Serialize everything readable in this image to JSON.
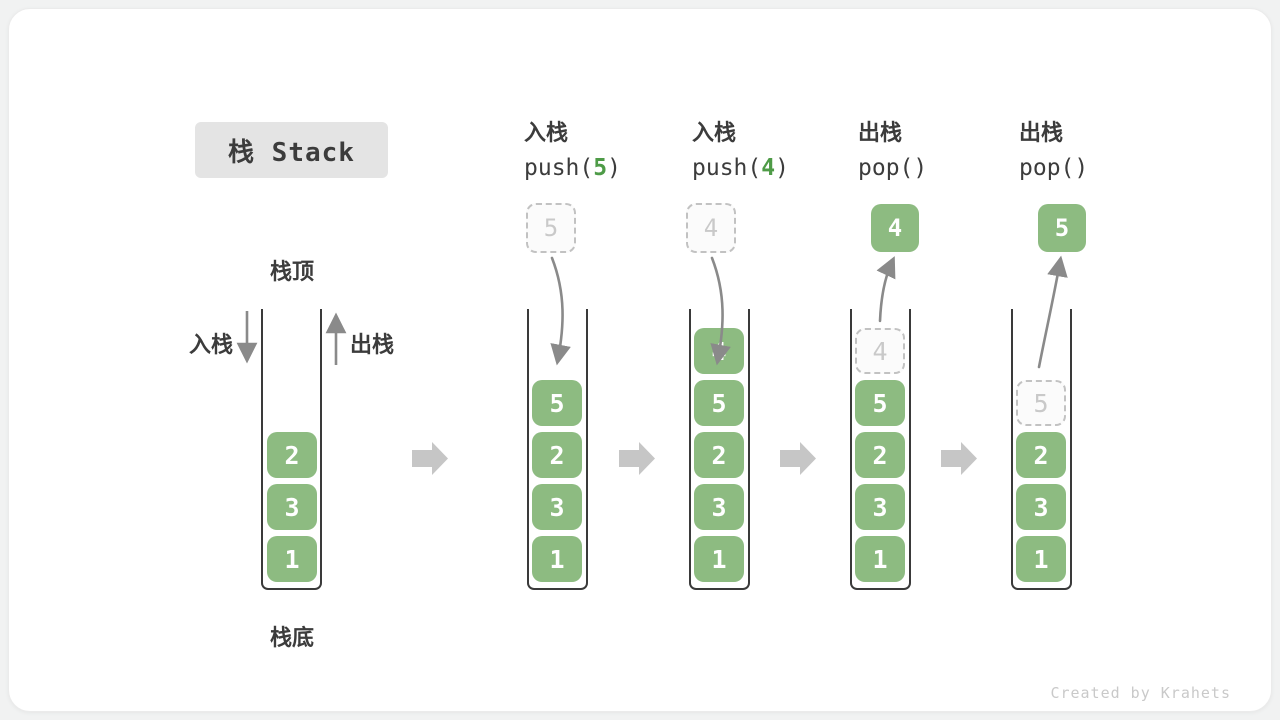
{
  "title": {
    "text": "栈 Stack"
  },
  "labels": {
    "stack_top": "栈顶",
    "stack_bottom": "栈底",
    "push_label": "入栈",
    "pop_label": "出栈"
  },
  "watermark": "Created by Krahets",
  "colors": {
    "block_green": "#8DBB81",
    "accent_green": "#4E9B47",
    "container_border": "#3A3A3A",
    "curve_arrow_gray": "#8A8A8A",
    "flow_arrow_gray": "#C6C6C6",
    "ghost_border": "#C2C2C2",
    "ghost_text": "#C9C9C9",
    "title_bg": "#E4E4E4",
    "text_dark": "#3C3C3C",
    "card_bg": "#FFFFFF",
    "page_bg": "#F1F2F2"
  },
  "columns": [
    {
      "name": "initial-stack",
      "blocks": [
        "2",
        "3",
        "1"
      ]
    },
    {
      "name": "push-5",
      "header": {
        "line1": "入栈",
        "prefix": "push(",
        "arg": "5",
        "suffix": ")"
      },
      "floating": {
        "type": "dashed",
        "value": "5"
      },
      "blocks": [
        "5",
        "2",
        "3",
        "1"
      ]
    },
    {
      "name": "push-4",
      "header": {
        "line1": "入栈",
        "prefix": "push(",
        "arg": "4",
        "suffix": ")"
      },
      "floating": {
        "type": "dashed",
        "value": "4"
      },
      "blocks": [
        "4",
        "5",
        "2",
        "3",
        "1"
      ]
    },
    {
      "name": "pop-4",
      "header": {
        "line1": "出栈",
        "prefix": "pop(",
        "arg": "",
        "suffix": ")"
      },
      "floating": {
        "type": "solid",
        "value": "4"
      },
      "ghost": "4",
      "blocks": [
        "5",
        "2",
        "3",
        "1"
      ]
    },
    {
      "name": "pop-5",
      "header": {
        "line1": "出栈",
        "prefix": "pop(",
        "arg": "",
        "suffix": ")"
      },
      "floating": {
        "type": "solid",
        "value": "5"
      },
      "ghost": "5",
      "blocks": [
        "2",
        "3",
        "1"
      ]
    }
  ]
}
